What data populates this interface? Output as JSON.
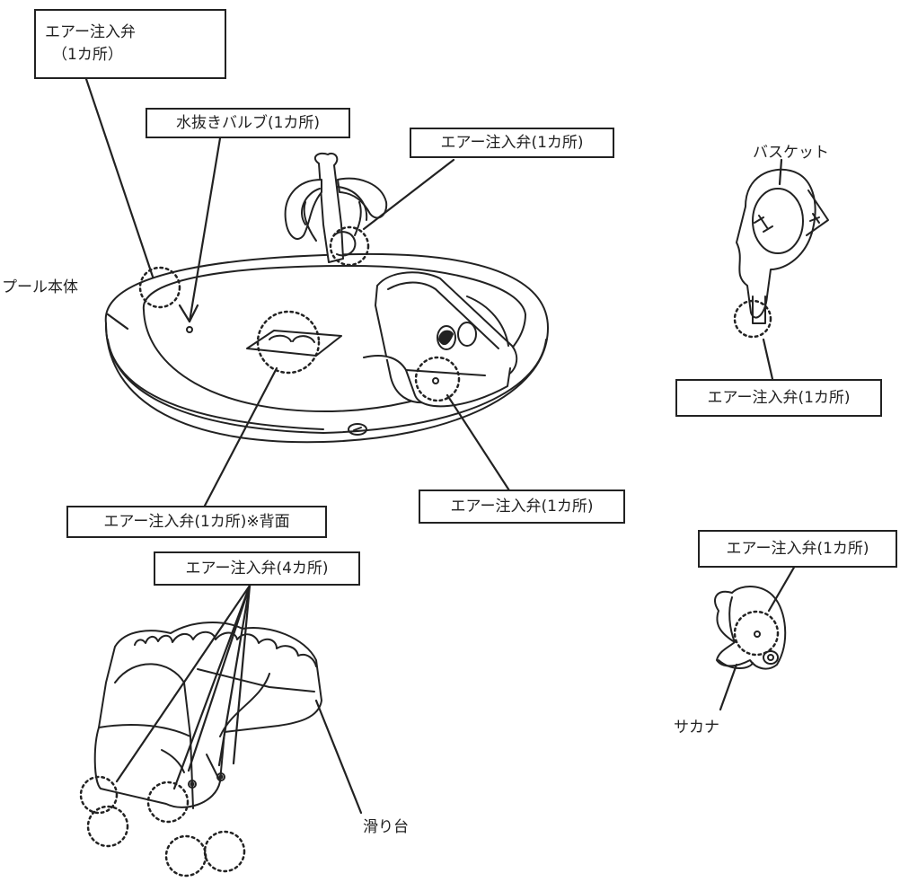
{
  "labels": {
    "valve_top_left": [
      "エアー注入弁",
      "（1カ所）"
    ],
    "drain_valve": "水抜きバルブ(1カ所)",
    "valve_tree": "エアー注入弁(1カ所)",
    "pool_body": "プール本体",
    "valve_back": "エアー注入弁(1カ所)※背面",
    "valve_ramp": "エアー注入弁(1カ所)",
    "valve_slide": "エアー注入弁(4カ所)",
    "slide": "滑り台",
    "basket": "バスケット",
    "valve_basket": "エアー注入弁(1カ所)",
    "valve_fish": "エアー注入弁(1カ所)",
    "fish": "サカナ"
  },
  "colors": {
    "line": "#222222",
    "background": "#ffffff"
  }
}
